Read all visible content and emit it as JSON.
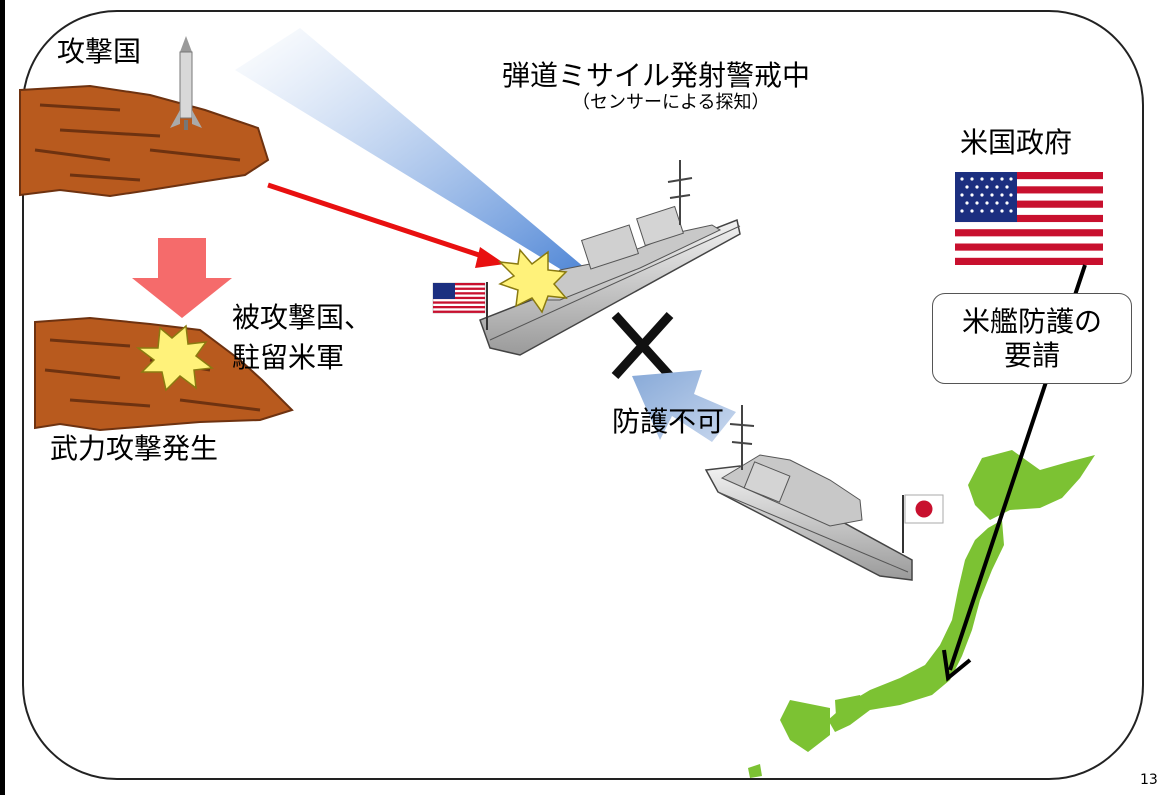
{
  "labels": {
    "attacker_country": "攻撃国",
    "title": "弾道ミサイル発射警戒中",
    "subtitle": "（センサーによる探知）",
    "us_government": "米国政府",
    "victim_line1": "被攻撃国、",
    "victim_line2": "駐留米軍",
    "armed_attack": "武力攻撃発生",
    "cannot_protect": "防護不可",
    "request_line1": "米艦防護の",
    "request_line2": "要請",
    "page_number": "13"
  },
  "colors": {
    "terrain": "#b85a1e",
    "missile_arrow": "#e81010",
    "down_arrow": "#f56b6b",
    "sensor_beam": "#5b8fd9",
    "protect_arrow": "#8fb0dc",
    "japan": "#7cc233",
    "explosion": "#fff27a",
    "ship": "#dcdcdc"
  },
  "icons": [
    "missile-icon",
    "us-flag-icon",
    "japan-flag-icon",
    "explosion-icon",
    "cross-mark-icon"
  ]
}
